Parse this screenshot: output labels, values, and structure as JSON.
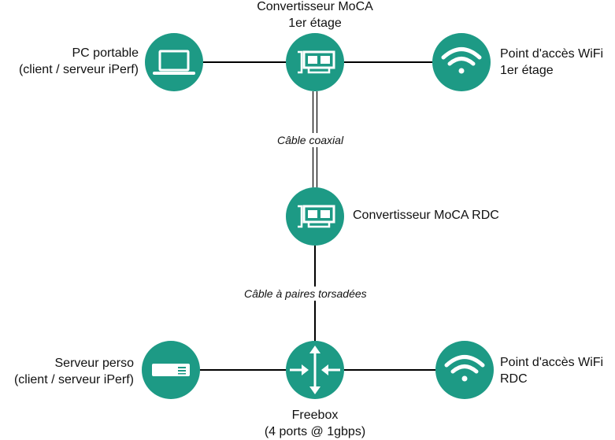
{
  "colors": {
    "node_fill": "#1d9a85",
    "line": "#000000",
    "icon": "#ffffff"
  },
  "nodes": {
    "laptop": {
      "icon": "laptop-icon",
      "line1": "PC portable",
      "line2": "(client / serveur iPerf)"
    },
    "moca_upper": {
      "icon": "network-card-icon",
      "line1": "Convertisseur MoCA",
      "line2": "1er étage"
    },
    "ap_upper": {
      "icon": "wifi-icon",
      "line1": "Point d'accès WiFi",
      "line2": "1er étage"
    },
    "moca_ground": {
      "icon": "network-card-icon",
      "line1": "Convertisseur MoCA RDC"
    },
    "server": {
      "icon": "server-icon",
      "line1": "Serveur perso",
      "line2": "(client / serveur iPerf)"
    },
    "freebox": {
      "icon": "router-icon",
      "line1": "Freebox",
      "line2": "(4 ports @ 1gbps)"
    },
    "ap_ground": {
      "icon": "wifi-icon",
      "line1": "Point d'accès WiFi",
      "line2": "RDC"
    }
  },
  "edges": {
    "coax_label": "Câble coaxial",
    "twisted_label": "Câble à paires torsadées"
  }
}
